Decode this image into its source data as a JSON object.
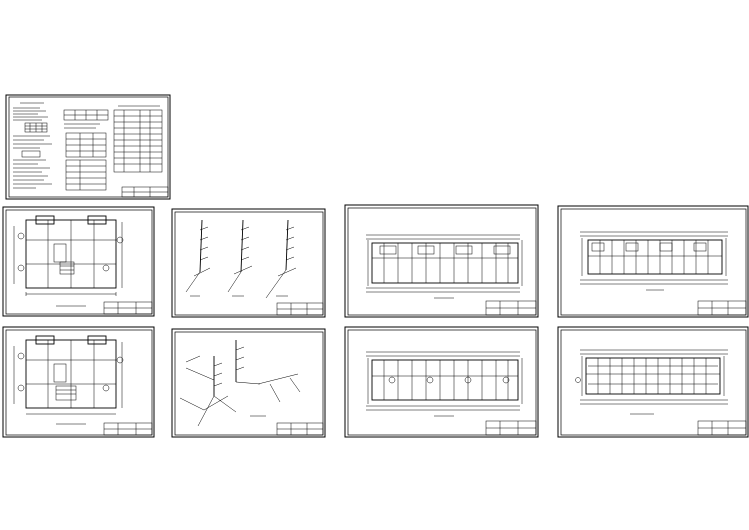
{
  "title": "",
  "sheets": [
    {
      "id": "s0",
      "kind": "notes"
    },
    {
      "id": "s1",
      "kind": "unit-plan"
    },
    {
      "id": "s2",
      "kind": "riser"
    },
    {
      "id": "s3",
      "kind": "long-plan"
    },
    {
      "id": "s4",
      "kind": "long-plan-b"
    },
    {
      "id": "s5",
      "kind": "unit-plan"
    },
    {
      "id": "s6",
      "kind": "iso"
    },
    {
      "id": "s7",
      "kind": "long-plan"
    },
    {
      "id": "s8",
      "kind": "long-plan-c"
    }
  ],
  "colors": {
    "background": "#ffffff",
    "ink": "#000000"
  }
}
